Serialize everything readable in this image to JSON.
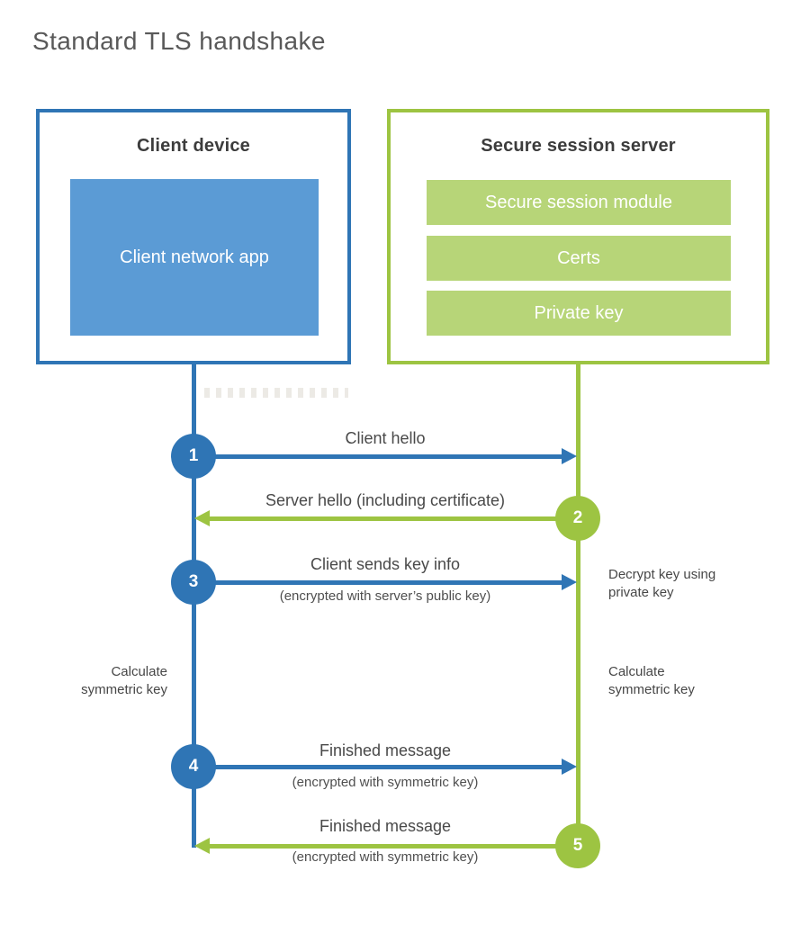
{
  "title": "Standard TLS handshake",
  "colors": {
    "blue": "#2f75b5",
    "blue_fill": "#5b9bd5",
    "green": "#9dc442",
    "green_fill": "#b7d578"
  },
  "client_box": {
    "title": "Client device",
    "app_label": "Client network app"
  },
  "server_box": {
    "title": "Secure session server",
    "modules": [
      {
        "label": "Secure session module"
      },
      {
        "label": "Certs"
      },
      {
        "label": "Private key"
      }
    ]
  },
  "steps": [
    {
      "num": "1",
      "from": "client",
      "direction": "right",
      "label": "Client hello",
      "sublabel": ""
    },
    {
      "num": "2",
      "from": "server",
      "direction": "left",
      "label": "Server hello (including certificate)",
      "sublabel": ""
    },
    {
      "num": "3",
      "from": "client",
      "direction": "right",
      "label": "Client sends key info",
      "sublabel": "(encrypted with server’s public key)"
    },
    {
      "num": "4",
      "from": "client",
      "direction": "right",
      "label": "Finished message",
      "sublabel": "(encrypted with symmetric key)"
    },
    {
      "num": "5",
      "from": "server",
      "direction": "left",
      "label": "Finished message",
      "sublabel": "(encrypted with symmetric key)"
    }
  ],
  "notes": {
    "decrypt": "Decrypt key using private key",
    "calc_left": "Calculate symmetric key",
    "calc_right": "Calculate symmetric key"
  }
}
